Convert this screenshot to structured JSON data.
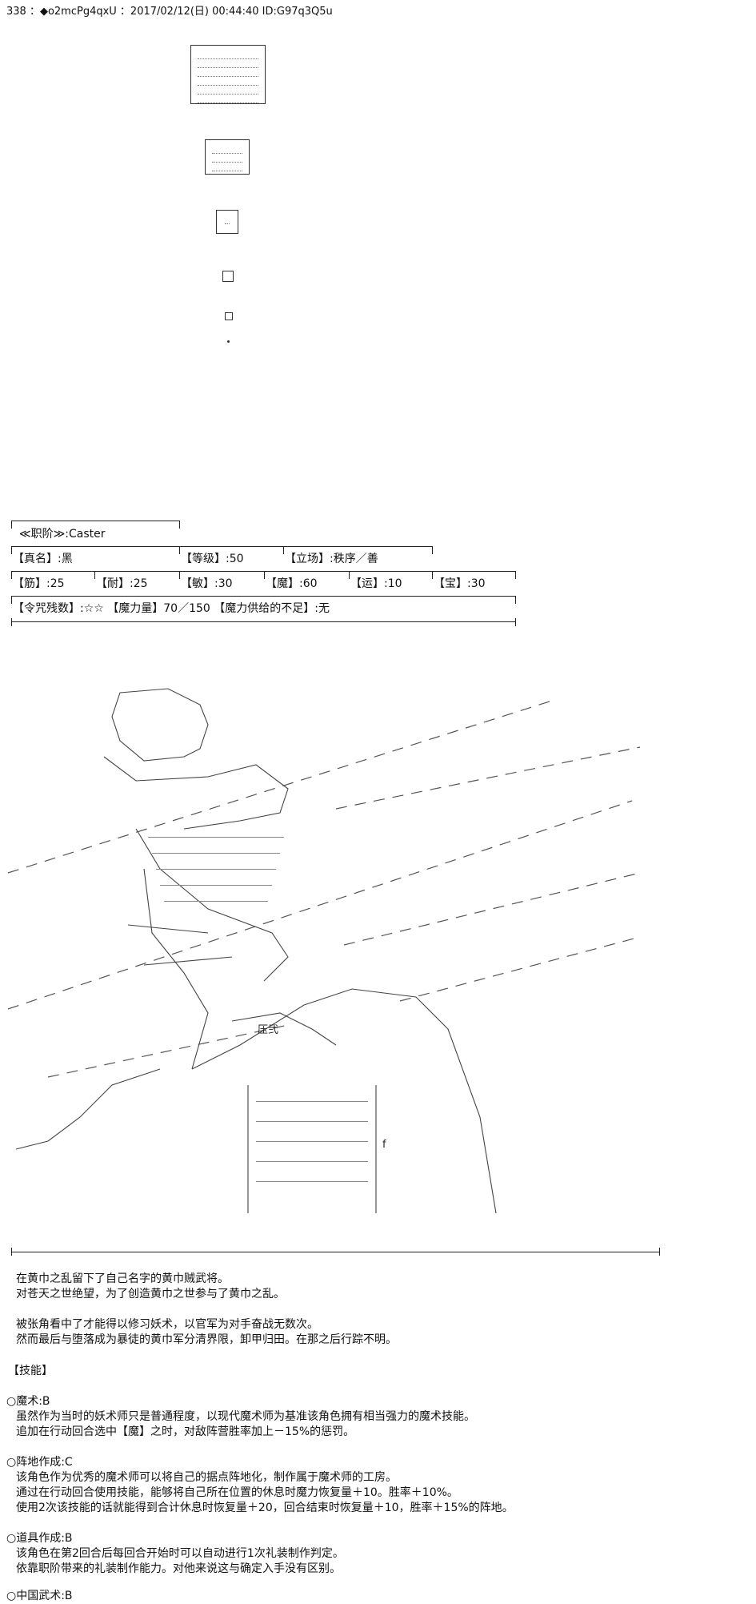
{
  "post": {
    "header": "338 ：◆o2mcPg4qxU ：2017/02/12(日) 00:44:40 ID:G97q3Q5u"
  },
  "status": {
    "class_label": "≪职阶≫:Caster",
    "row1": [
      {
        "key": "name",
        "text": "【真名】:黑"
      },
      {
        "key": "level",
        "text": "【等级】:50"
      },
      {
        "key": "alignment",
        "text": "【立场】:秩序／善"
      }
    ],
    "row2": [
      {
        "key": "str",
        "text": "【筋】:25"
      },
      {
        "key": "end",
        "text": "【耐】:25"
      },
      {
        "key": "agi",
        "text": "【敏】:30"
      },
      {
        "key": "mag",
        "text": "【魔】:60"
      },
      {
        "key": "luck",
        "text": "【运】:10"
      },
      {
        "key": "np",
        "text": "【宝】:30"
      }
    ],
    "row3": "【令咒残数】:☆☆ 【魔力量】70／150 【魔力供给的不足】:无"
  },
  "bio": {
    "lines": [
      "在黄巾之乱留下了自己名字的黄巾贼武将。",
      "对苍天之世绝望，为了创造黄巾之世参与了黄巾之乱。",
      "",
      "被张角看中了才能得以修习妖术，以官军为对手奋战无数次。",
      "然而最后与堕落成为暴徒的黄巾军分清界限，卸甲归田。在那之后行踪不明。"
    ]
  },
  "skills": {
    "title": "【技能】",
    "items": [
      {
        "name": "○魔术:B",
        "lines": [
          "虽然作为当时的妖术师只是普通程度，以现代魔术师为基准该角色拥有相当强力的魔术技能。",
          "追加在行动回合选中【魔】之时，对敌阵营胜率加上－15%的惩罚。"
        ]
      },
      {
        "name": "○阵地作成:C",
        "lines": [
          "该角色作为优秀的魔术师可以将自己的据点阵地化，制作属于魔术师的工房。",
          "通过在行动回合使用技能，能够将自己所在位置的休息时魔力恢复量＋10。胜率＋10%。",
          "使用2次该技能的话就能得到合计休息时恢复量＋20，回合结束时恢复量＋10，胜率＋15%的阵地。"
        ]
      },
      {
        "name": "○道具作成:B",
        "lines": [
          "该角色在第2回合后每回合开始时可以自动进行1次礼装制作判定。",
          "依靠职阶带来的礼装制作能力。对他来说这与确定入手没有区别。"
        ]
      },
      {
        "name": "○中国武术:B",
        "lines": []
      }
    ]
  },
  "art": {
    "label_1": "压弐",
    "label_2": "f"
  },
  "colors": {
    "text": "#111111",
    "lines": "#222222",
    "background": "#ffffff"
  }
}
